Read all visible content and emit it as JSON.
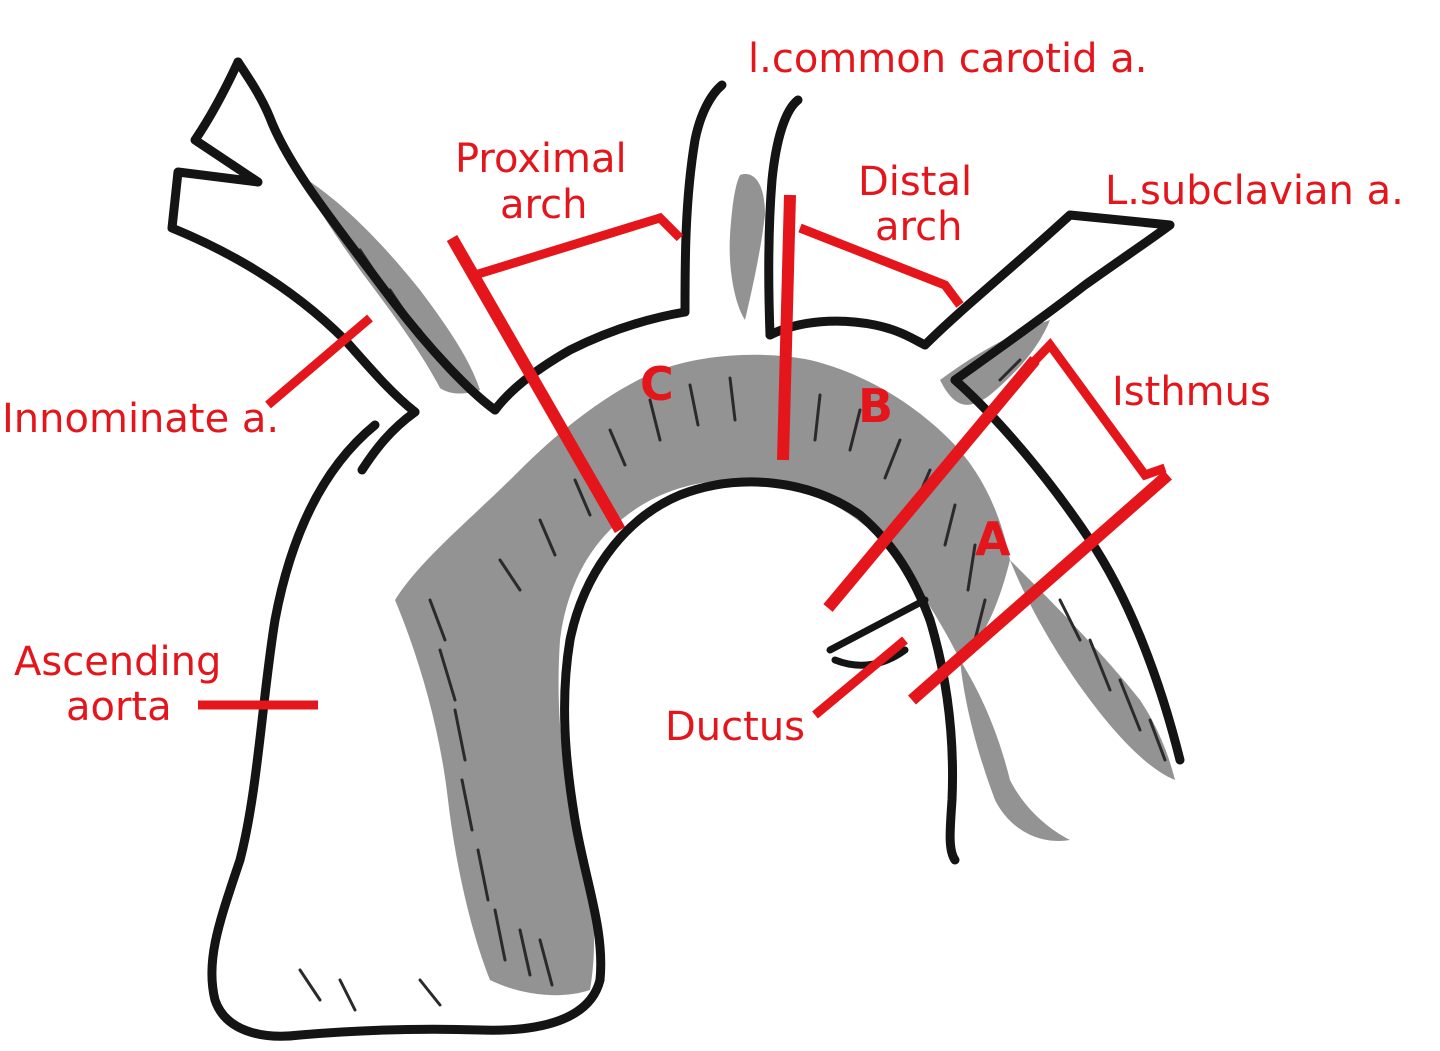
{
  "labels": {
    "l_common_carotid": "l.common carotid a.",
    "proximal_arch_line1": "Proximal",
    "proximal_arch_line2": "arch",
    "distal_arch_line1": "Distal",
    "distal_arch_line2": "arch",
    "l_subclavian": "L.subclavian a.",
    "isthmus": "Isthmus",
    "innominate": "Innominate a.",
    "ascending_aorta_line1": "Ascending",
    "ascending_aorta_line2": "aorta",
    "ductus": "Ductus"
  },
  "regions": {
    "a": "A",
    "b": "B",
    "c": "C"
  },
  "colors": {
    "annotation": "#e4161c",
    "outline": "#141414"
  }
}
